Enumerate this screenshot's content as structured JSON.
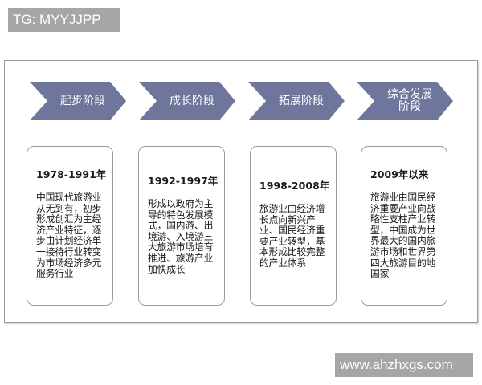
{
  "watermarks": {
    "top": "TG: MYYJJPP",
    "bottom": "www.ahzhxgs.com"
  },
  "colors": {
    "chevron_fill": "#6e769c",
    "card_border": "#9c9c9c",
    "frame_border": "#9a9a9a",
    "watermark_bg": "#a6a6a6"
  },
  "stages": [
    {
      "title": "起步阶段",
      "period": "1978-1991年",
      "description": "中国现代旅游业从无到有，初步形成创汇为主经济产业特征，逐步由计划经济单一接待行业转变为市场经济多元服务行业"
    },
    {
      "title": "成长阶段",
      "period": "1992-1997年",
      "description": "形成以政府为主导的特色发展模式，国内游、出境游、入境游三大旅游市场培育推进、旅游产业加快成长"
    },
    {
      "title": "拓展阶段",
      "period": "1998-2008年",
      "description": "旅游业由经济增长点向新兴产业、国民经济重要产业转型，基本形成比较完整的产业体系"
    },
    {
      "title": "综合发展阶段",
      "period": "2009年以来",
      "description": "旅游业由国民经济重要产业向战略性支柱产业转型，中国成为世界最大的国内旅游市场和世界第四大旅游目的地国家"
    }
  ]
}
